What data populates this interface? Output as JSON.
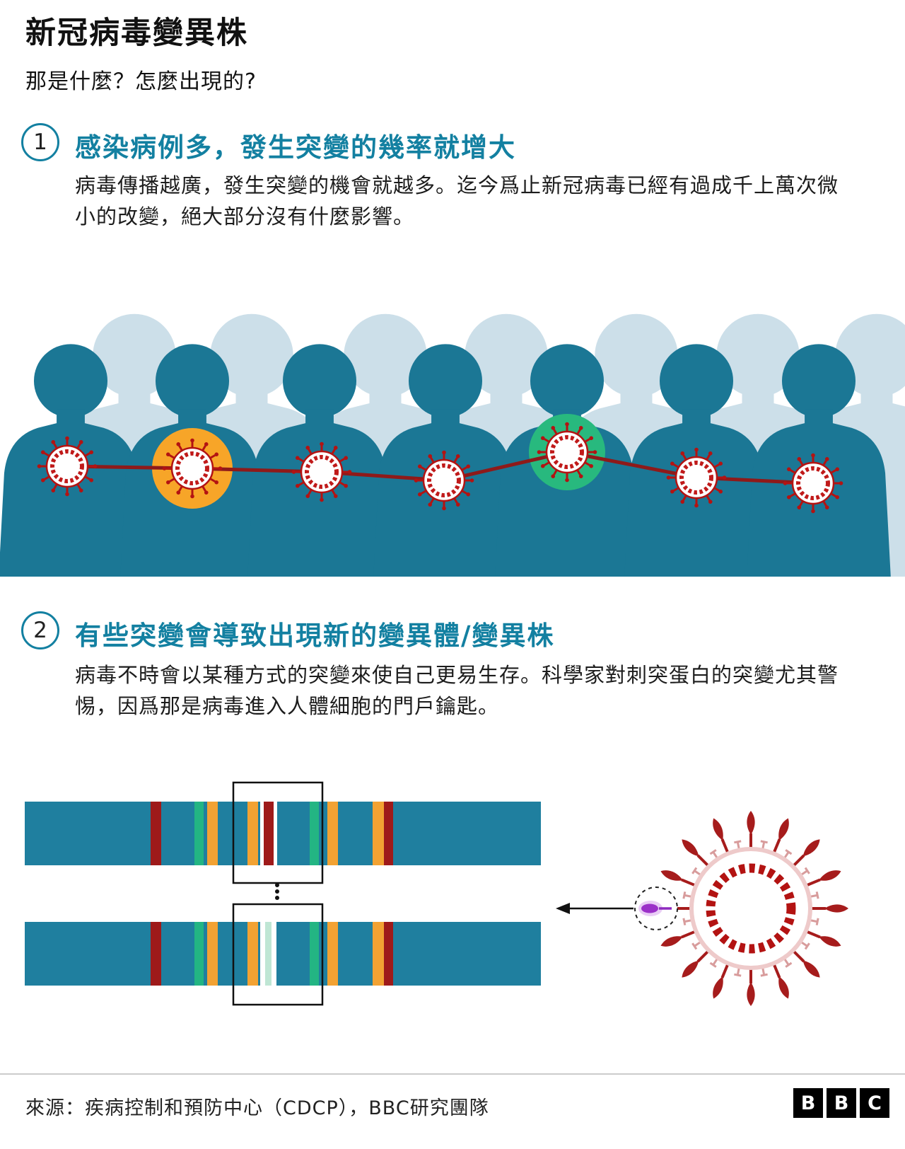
{
  "page": {
    "title": "新冠病毒變異株",
    "subtitle": "那是什麼？怎麼出現的?"
  },
  "sections": [
    {
      "number": "1",
      "heading": "感染病例多，發生突變的幾率就增大",
      "body": "病毒傳播越廣，發生突變的機會就越多。迄今爲止新冠病毒已經有過成千上萬次微小的改變，絕大部分沒有什麼影響。"
    },
    {
      "number": "2",
      "heading": "有些突變會導致出現新的變異體/變異株",
      "body": "病毒不時會以某種方式的突變來使自己更易生存。科學家對刺突蛋白的突變尤其警惕，因爲那是病毒進入人體細胞的門戶鑰匙。"
    }
  ],
  "footer": {
    "source": "來源：疾病控制和預防中心（CDCP），BBC研究團隊",
    "logo": [
      "B",
      "B",
      "C"
    ]
  },
  "icons": {
    "virus": "virus-icon",
    "person": "person-silhouette",
    "bbc": "bbc-logo"
  },
  "colors": {
    "accent_teal": "#1380a1",
    "silhouette_dark": "#1b7795",
    "silhouette_light": "#ccdfe9",
    "virus_red": "#b31312",
    "transmission_red": "#8e1a1a",
    "highlight_orange": "#f7a528",
    "highlight_green": "#28b97e",
    "genome_teal": "#1f7f9f",
    "stripe_dark_red": "#9e1a1a",
    "stripe_orange": "#f2a233",
    "stripe_green": "#23b583",
    "mutation_pale_green": "#bfe6d4",
    "spike_purple": "#9b30c8",
    "text": "#1a1a1a"
  }
}
